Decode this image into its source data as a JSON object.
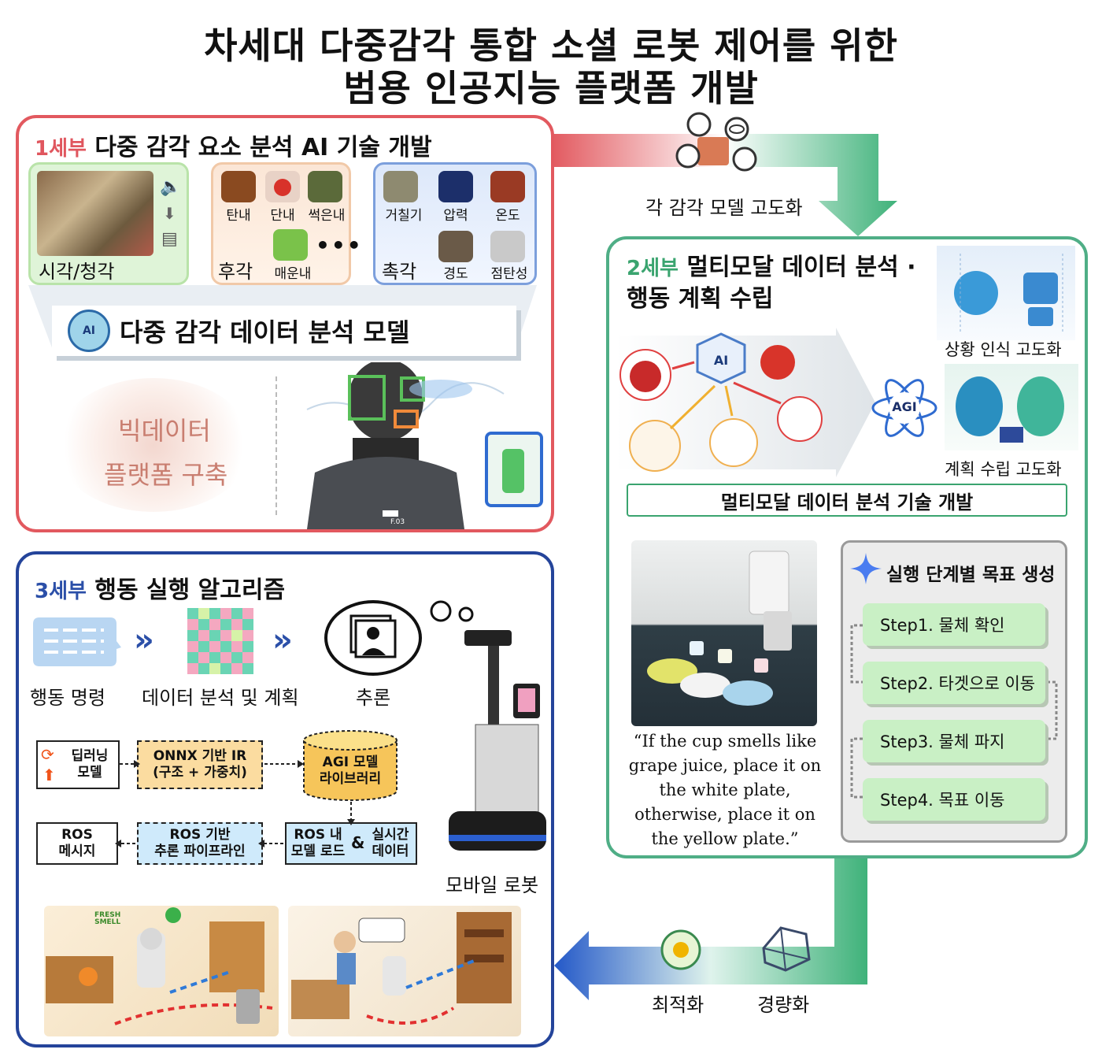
{
  "title": {
    "line1": "차세대 다중감각 통합 소셜 로봇 제어를 위한",
    "line2": "범용 인공지능 플랫폼 개발"
  },
  "top_flow": {
    "label": "각 감각 모델 고도화"
  },
  "bottom_flow": {
    "optimize": "최적화",
    "lightweight": "경량화"
  },
  "panel1": {
    "tag": "1세부",
    "title": "다중 감각 요소 분석 AI 기술 개발",
    "vision_label": "시각/청각",
    "smell": {
      "items": [
        "탄내",
        "단내",
        "썩은내"
      ],
      "extra": "매운내",
      "label": "후각"
    },
    "touch": {
      "items": [
        "거칠기",
        "압력",
        "온도"
      ],
      "extra": [
        "경도",
        "점탄성"
      ],
      "label": "촉각"
    },
    "model_label": "다중 감각 데이터 분석 모델",
    "ai_badge": "AI",
    "bigdata": {
      "line1": "빅데이터",
      "line2": "플랫폼 구축"
    },
    "robot_chest": "F.03"
  },
  "panel2": {
    "tag": "2세부",
    "title_line1": "멀티모달 데이터 분석 ·",
    "title_line2": "행동 계획 수립",
    "situation": "상황 인식 고도화",
    "planning": "계획 수립 고도화",
    "ai_badge": "AI",
    "agi_badge": "AGI",
    "tech_label": "멀티모달 데이터 분석 기술 개발",
    "quote": "“If the cup smells like grape juice, place it on the white plate, otherwise, place it on the yellow plate.”",
    "goal_title": "실행 단계별 목표 생성",
    "steps": [
      "Step1. 물체 확인",
      "Step2. 타겟으로 이동",
      "Step3. 물체 파지",
      "Step4. 목표 이동"
    ]
  },
  "panel3": {
    "tag": "3세부",
    "title": "행동 실행 알고리즘",
    "pipeline": [
      "행동 명령",
      "데이터 분석 및 계획",
      "추론"
    ],
    "chevron": "»",
    "dl_model": "딥러닝\n모델",
    "onnx": "ONNX 기반 IR\n(구조 + 가중치)",
    "agi_lib": "AGI 모델\n라이브러리",
    "ros_msg": "ROS\n메시지",
    "ros_pipeline": "ROS 기반\n추론 파이프라인",
    "ros_load": "ROS 내\n모델 로드",
    "amp": "&",
    "realtime": "실시간\n데이터",
    "mobile_robot": "모바일 로봇",
    "fresh_smell": "FRESH\nSMELL"
  },
  "colors": {
    "red": "#e2595f",
    "green": "#4fae86",
    "blue": "#24449a"
  }
}
